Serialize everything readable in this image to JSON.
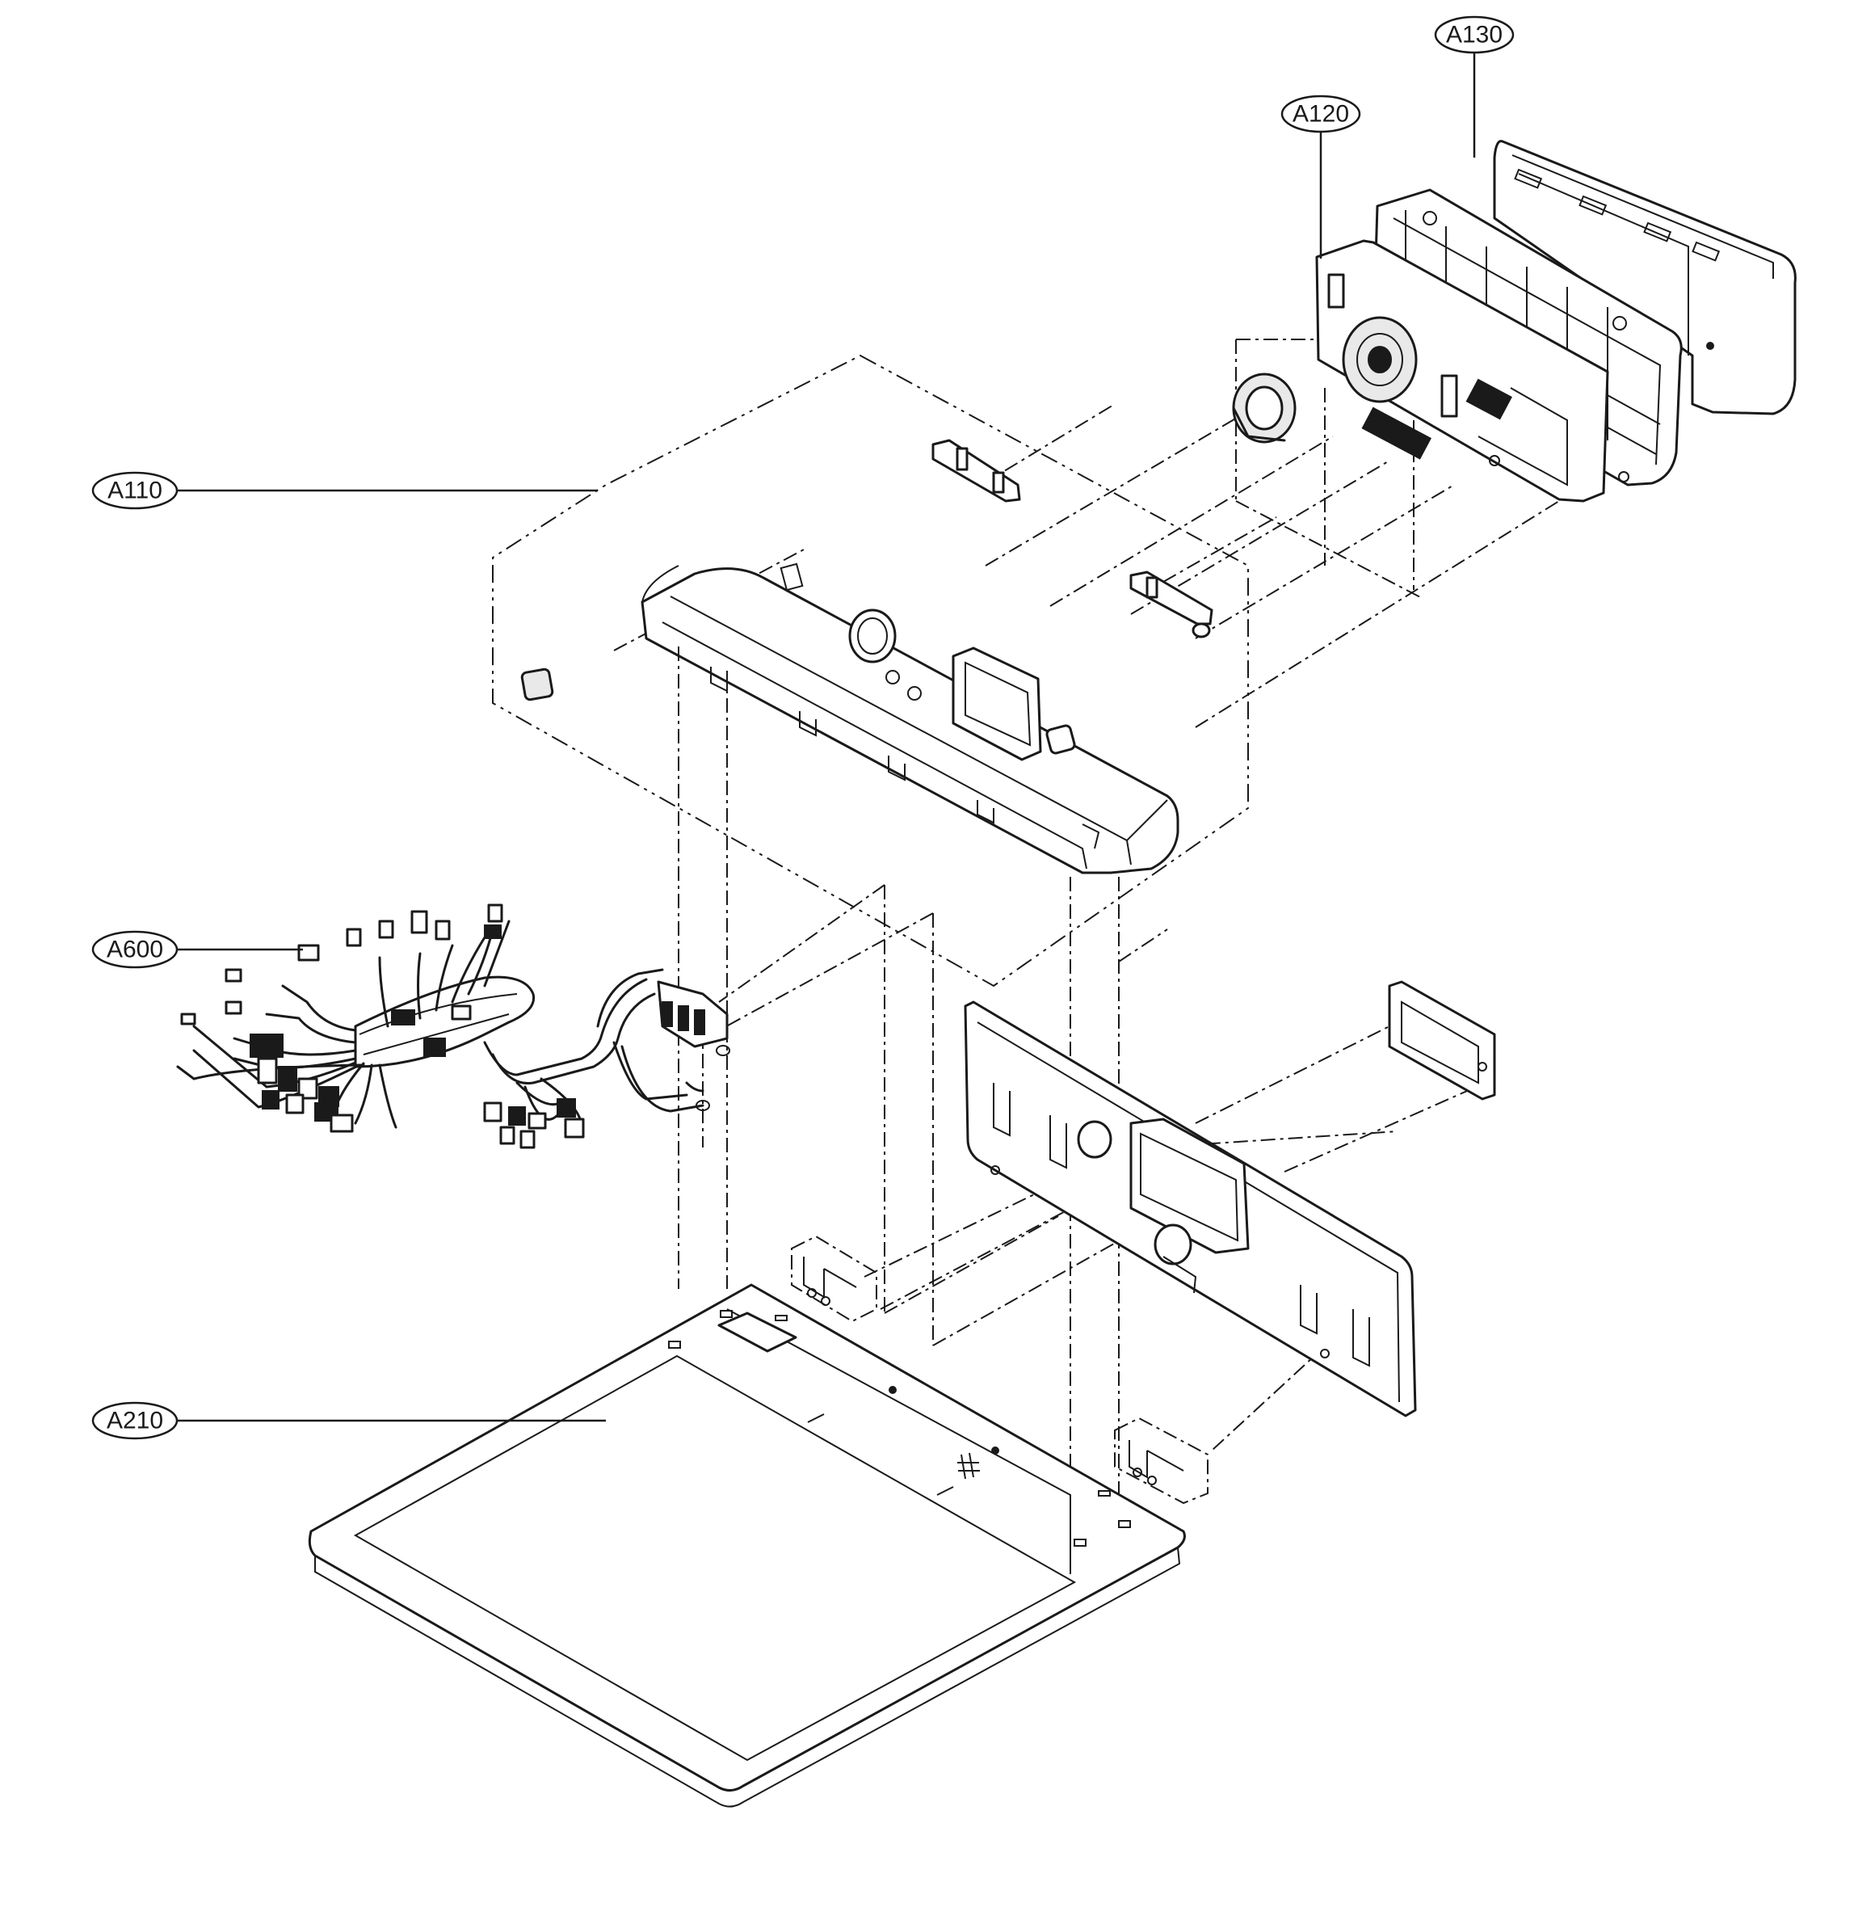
{
  "callouts": {
    "a110": "A110",
    "a120": "A120",
    "a130": "A130",
    "a210": "A210",
    "a600": "A600"
  }
}
